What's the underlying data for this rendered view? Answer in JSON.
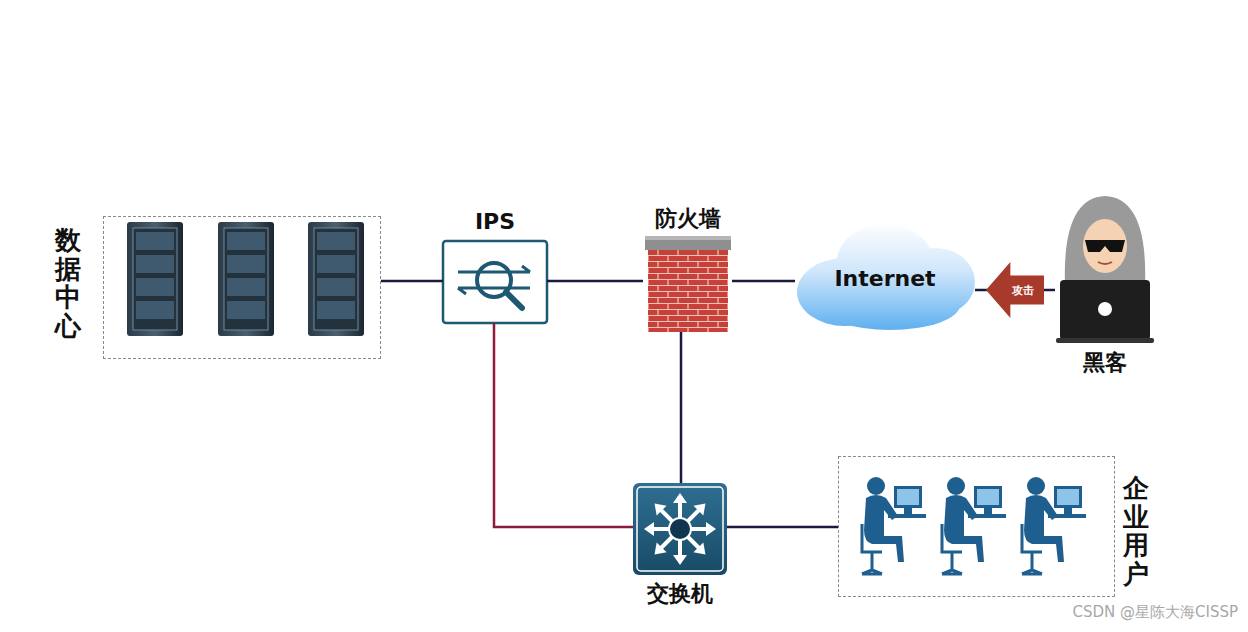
{
  "diagram": {
    "nodes": [
      {
        "text": [
          "数据中心"
        ]
      },
      {
        "text": [
          "IPS"
        ]
      },
      {
        "text": [
          "防火墙"
        ]
      },
      {
        "text": [
          "Internet"
        ]
      },
      {
        "text": [
          "黑客"
        ]
      },
      {
        "text": [
          "交换机"
        ]
      },
      {
        "text": [
          "企业用户"
        ]
      }
    ],
    "edges": [
      {
        "from": 0,
        "to": 1,
        "arrow": "none"
      },
      {
        "from": 1,
        "to": 2,
        "arrow": "none"
      },
      {
        "from": 2,
        "to": 3,
        "arrow": "none"
      },
      {
        "from": 4,
        "to": 3,
        "arrow": "to",
        "label": "攻击"
      },
      {
        "from": 2,
        "to": 5,
        "arrow": "none"
      },
      {
        "from": 1,
        "to": 5,
        "arrow": "none"
      },
      {
        "from": 5,
        "to": 6,
        "arrow": "none"
      }
    ],
    "labels": [
      "CSDN @星陈大海CISSP"
    ]
  }
}
